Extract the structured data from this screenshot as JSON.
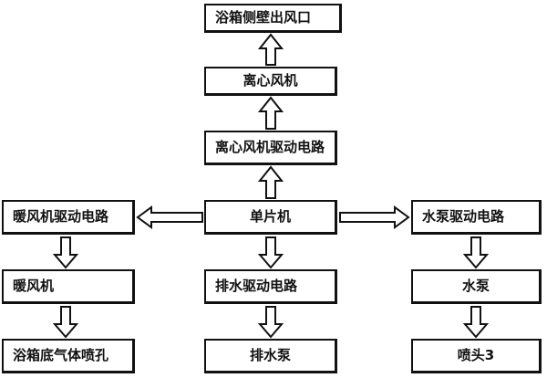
{
  "nodes": {
    "outlet": "浴箱侧壁出风口",
    "fan": "离心风机",
    "fan_driver": "离心风机驱动电路",
    "mcu": "单片机",
    "heater_driver": "暖风机驱动电路",
    "pump_driver": "水泵驱动电路",
    "heater": "暖风机",
    "drain_driver": "排水驱动电路",
    "pump": "水泵",
    "bottom_nozzle": "浴箱底气体喷孔",
    "drain_pump": "排水泵",
    "nozzle3": "喷头3"
  },
  "edges": [
    {
      "from": "mcu",
      "to": "fan_driver"
    },
    {
      "from": "fan_driver",
      "to": "fan"
    },
    {
      "from": "fan",
      "to": "outlet"
    },
    {
      "from": "mcu",
      "to": "heater_driver"
    },
    {
      "from": "mcu",
      "to": "pump_driver"
    },
    {
      "from": "mcu",
      "to": "drain_driver"
    },
    {
      "from": "heater_driver",
      "to": "heater"
    },
    {
      "from": "heater",
      "to": "bottom_nozzle"
    },
    {
      "from": "drain_driver",
      "to": "drain_pump"
    },
    {
      "from": "pump_driver",
      "to": "pump"
    },
    {
      "from": "pump",
      "to": "nozzle3"
    }
  ]
}
